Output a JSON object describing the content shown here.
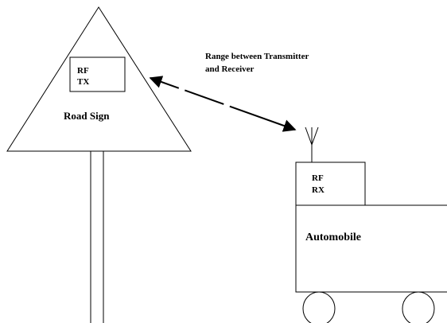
{
  "transmitter": {
    "line1": "RF",
    "line2": "TX"
  },
  "road_sign": {
    "label": "Road Sign"
  },
  "range_label": {
    "line1": "Range between  Transmitter",
    "line2": "and Receiver"
  },
  "receiver": {
    "line1": "RF",
    "line2": "RX"
  },
  "automobile": {
    "label": "Automobile"
  }
}
